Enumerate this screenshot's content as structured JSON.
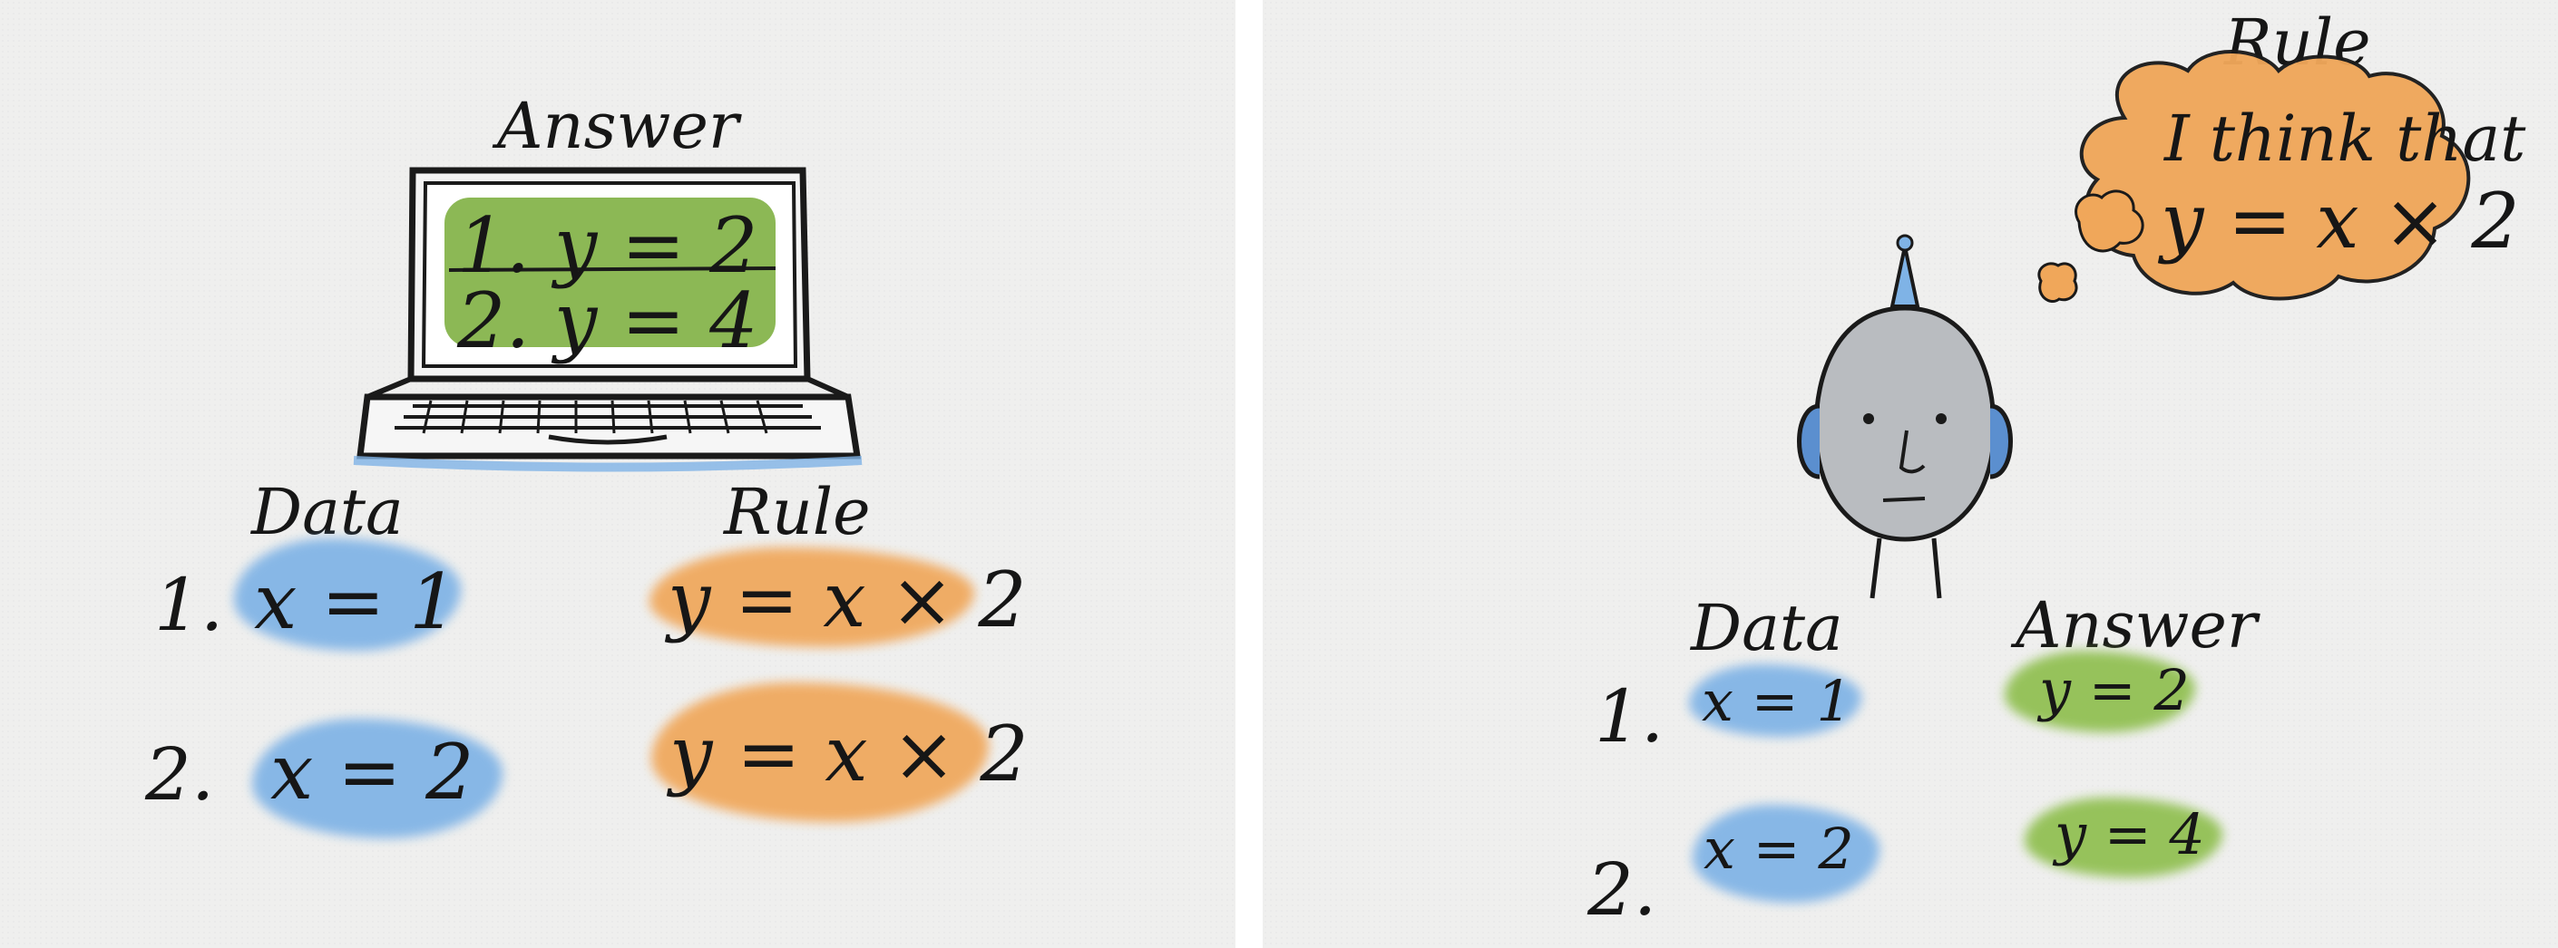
{
  "left_panel": {
    "answer_title": "Answer",
    "screen_lines": [
      "1. y = 2",
      "2. y = 4"
    ],
    "data_heading": "Data",
    "rule_heading": "Rule",
    "rows": [
      {
        "index": "1.",
        "data": "x = 1",
        "rule": "y = x × 2"
      },
      {
        "index": "2.",
        "data": "x = 2",
        "rule": "y = x × 2"
      }
    ]
  },
  "right_panel": {
    "rule_title": "Rule",
    "thought_line1": "I think that",
    "thought_line2": "y = x × 2",
    "data_heading": "Data",
    "answer_heading": "Answer",
    "rows": [
      {
        "index": "1.",
        "data": "x = 1",
        "answer": "y = 2"
      },
      {
        "index": "2.",
        "data": "x = 2",
        "answer": "y = 4"
      }
    ]
  },
  "colors": {
    "data": "#7fb3e6",
    "rule": "#f0a75a",
    "answer": "#8fbf4f",
    "panel_bg": "#efefee",
    "ink": "#161616",
    "head": "#b9bcc0"
  },
  "icons": [
    "laptop-icon",
    "robot-head-icon",
    "thought-bubble-icon"
  ]
}
